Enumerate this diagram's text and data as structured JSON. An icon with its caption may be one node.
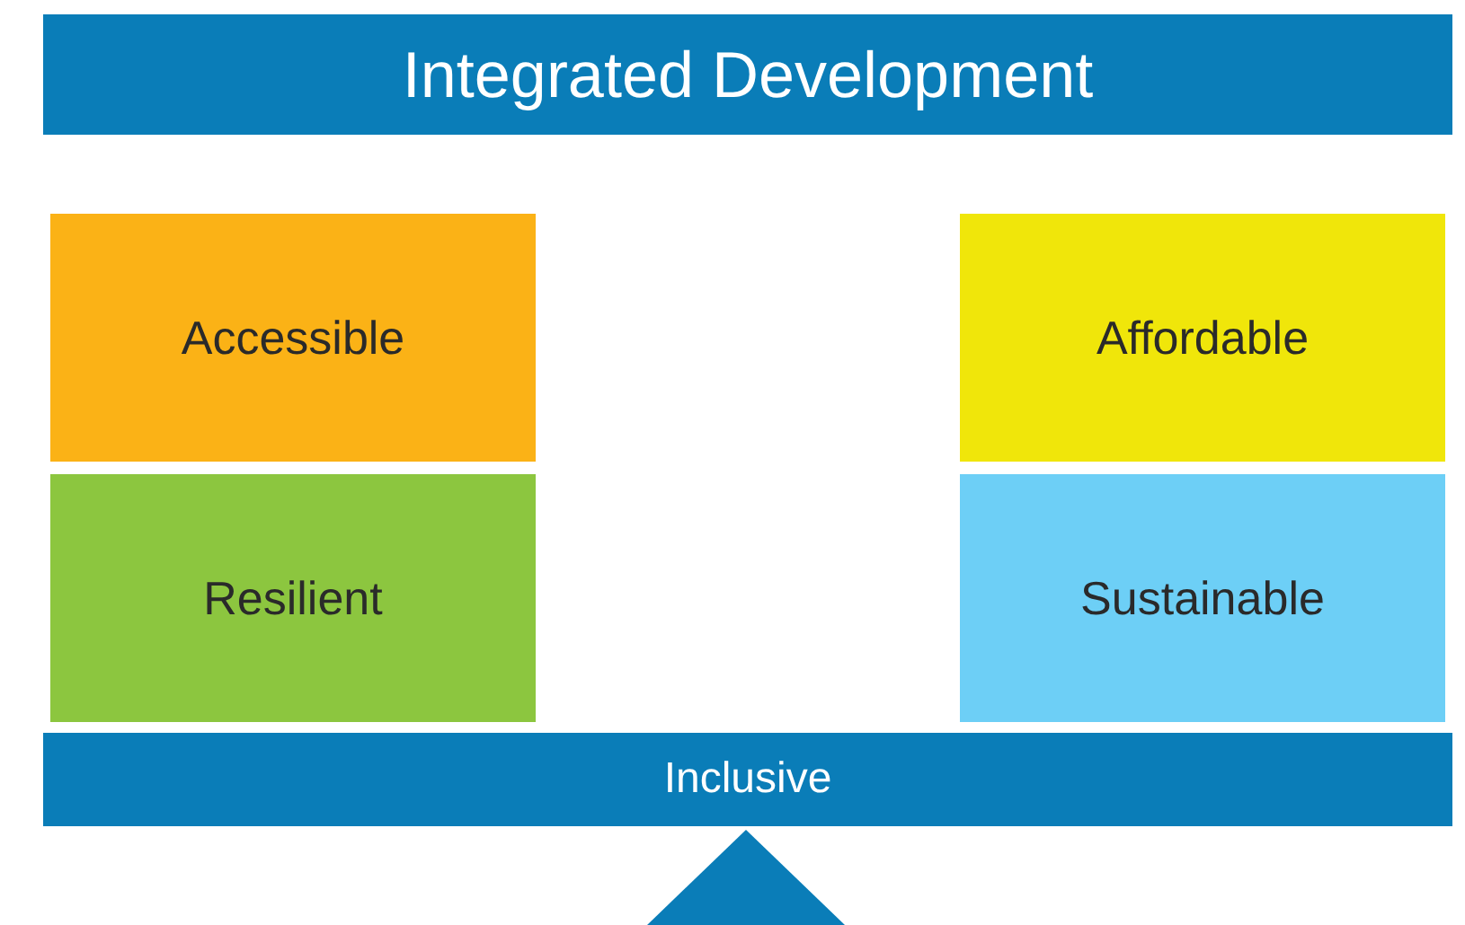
{
  "diagram": {
    "nodes": [
      {
        "text": [
          "Integrated Development"
        ]
      },
      {
        "text": [
          "Accessible"
        ]
      },
      {
        "text": [
          "Affordable"
        ]
      },
      {
        "text": [
          "Resilient"
        ]
      },
      {
        "text": [
          "Sustainable"
        ]
      },
      {
        "text": [
          "Inclusive"
        ]
      },
      {
        "text": [],
        "shape": "triangle"
      }
    ],
    "edges": []
  }
}
